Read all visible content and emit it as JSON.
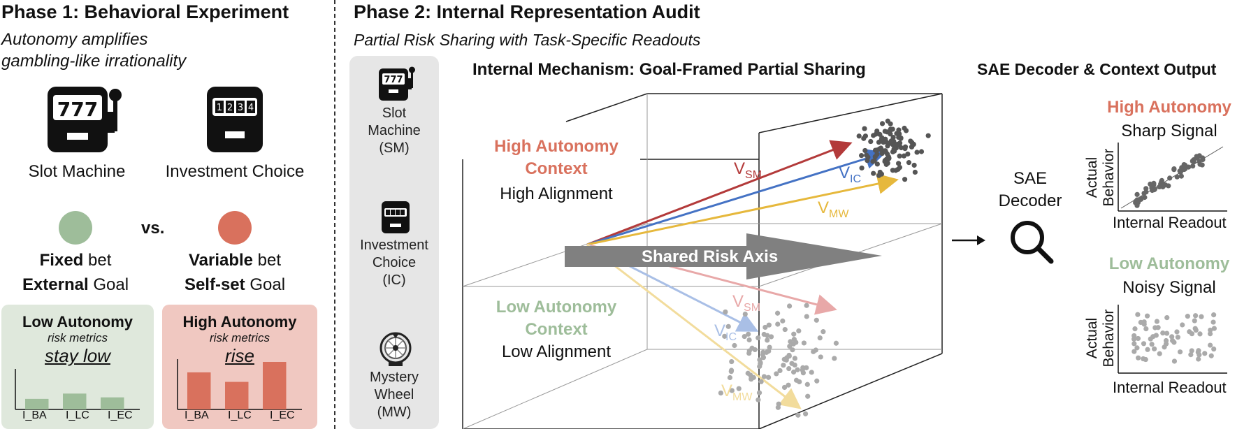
{
  "phase1": {
    "title": "Phase 1: Behavioral Experiment",
    "subtitle_line1": "Autonomy amplifies",
    "subtitle_line2": "gambling-like irrationality",
    "slot_label": "Slot Machine",
    "invest_label": "Investment Choice",
    "slot_display": "777",
    "invest_display": [
      "1",
      "2",
      "3",
      "4"
    ],
    "vs": "vs.",
    "fixed_bold": "Fixed",
    "fixed_rest": " bet",
    "external_bold": "External",
    "external_rest": " Goal",
    "variable_bold": "Variable",
    "variable_rest": " bet",
    "selfset_bold": "Self-set",
    "selfset_rest": " Goal",
    "low_box": {
      "title": "Low Autonomy",
      "sub": "risk metrics",
      "verb": "stay low",
      "ticks": [
        "I_BA",
        "I_LC",
        "I_EC"
      ],
      "values": [
        0.28,
        0.42,
        0.32
      ]
    },
    "high_box": {
      "title": "High Autonomy",
      "sub": "risk metrics",
      "verb": "rise",
      "ticks": [
        "I_BA",
        "I_LC",
        "I_EC"
      ],
      "values": [
        0.78,
        0.58,
        1.0
      ]
    }
  },
  "phase2": {
    "title": "Phase 2: Internal Representation Audit",
    "subtitle": "Partial Risk Sharing with Task-Specific Readouts",
    "tasks": [
      {
        "lines": [
          "Slot",
          "Machine",
          "(SM)"
        ]
      },
      {
        "lines": [
          "Investment",
          "Choice",
          "(IC)"
        ]
      },
      {
        "lines": [
          "Mystery",
          "Wheel",
          "(MW)"
        ]
      }
    ],
    "mechanism_title": "Internal Mechanism: Goal-Framed Partial Sharing",
    "high_context_l1": "High Autonomy",
    "high_context_l2": "Context",
    "high_alignment": "High Alignment",
    "low_context_l1": "Low Autonomy",
    "low_context_l2": "Context",
    "low_alignment": "Low Alignment",
    "shared_axis": "Shared Risk Axis",
    "vec_v": "V",
    "vec_sm": "SM",
    "vec_ic": "IC",
    "vec_mw": "MW",
    "decoder_title": "SAE Decoder & Context Output",
    "sae_l1": "SAE",
    "sae_l2": "Decoder",
    "high_out_title": "High Autonomy",
    "high_out_sub": "Sharp Signal",
    "low_out_title": "Low Autonomy",
    "low_out_sub": "Noisy Signal",
    "y_label_l1": "Actual",
    "y_label_l2": "Behavior",
    "x_label": "Internal Readout"
  },
  "colors": {
    "high": "#d9715d",
    "low": "#9ebd9a",
    "low_box_bg": "#dfe8dc",
    "high_box_bg": "#f0c8c1",
    "sm_red": "#b33a3a",
    "ic_blue": "#4472c4",
    "mw_yellow": "#e6b83c",
    "axis_gray": "#808080"
  }
}
